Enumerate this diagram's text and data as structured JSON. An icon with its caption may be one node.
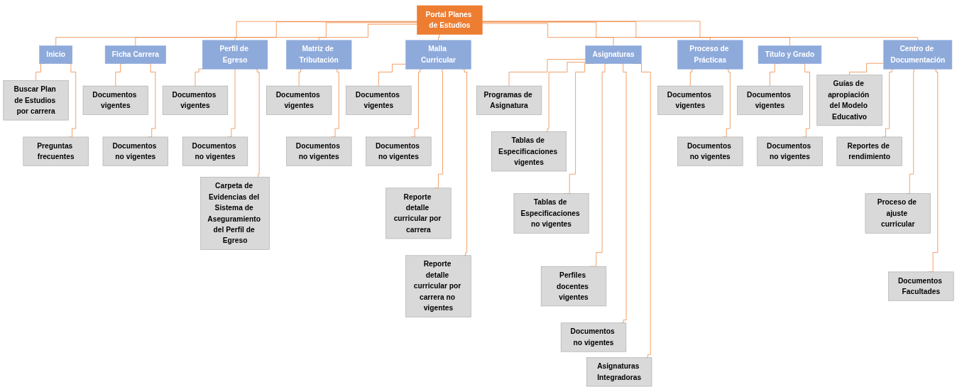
{
  "diagram": {
    "nodes": [
      {
        "text": [
          "Portal Planes de Estudios"
        ]
      },
      {
        "text": [
          "Inicio"
        ]
      },
      {
        "text": [
          "Ficha Carrera"
        ]
      },
      {
        "text": [
          "Perfil de Egreso"
        ]
      },
      {
        "text": [
          "Matriz de Tributación"
        ]
      },
      {
        "text": [
          "Malla Curricular"
        ]
      },
      {
        "text": [
          "Asignaturas"
        ]
      },
      {
        "text": [
          "Proceso de Prácticas"
        ]
      },
      {
        "text": [
          "Título y Grado"
        ]
      },
      {
        "text": [
          "Centro de Documentación"
        ]
      },
      {
        "text": [
          "Buscar Plan de Estudios por carrera"
        ]
      },
      {
        "text": [
          "Preguntas frecuentes"
        ]
      },
      {
        "text": [
          "Documentos vigentes"
        ]
      },
      {
        "text": [
          "Documentos no vigentes"
        ]
      },
      {
        "text": [
          "Documentos vigentes"
        ]
      },
      {
        "text": [
          "Documentos no vigentes"
        ]
      },
      {
        "text": [
          "Carpeta de Evidencias del Sistema de Aseguramiento del Perfil de Egreso"
        ]
      },
      {
        "text": [
          "Documentos vigentes"
        ]
      },
      {
        "text": [
          "Documentos no vigentes"
        ]
      },
      {
        "text": [
          "Documentos vigentes"
        ]
      },
      {
        "text": [
          "Documentos no vigentes"
        ]
      },
      {
        "text": [
          "Reporte detalle curricular por carrera"
        ]
      },
      {
        "text": [
          "Reporte detalle curricular por carrera no vigentes"
        ]
      },
      {
        "text": [
          "Programas de Asignatura"
        ]
      },
      {
        "text": [
          "Tablas de Especificaciones vigentes"
        ]
      },
      {
        "text": [
          "Tablas de Especificaciones no vigentes"
        ]
      },
      {
        "text": [
          "Perfiles docentes vigentes"
        ]
      },
      {
        "text": [
          "Documentos no vigentes"
        ]
      },
      {
        "text": [
          "Asignaturas Integradoras"
        ]
      },
      {
        "text": [
          "Documentos vigentes"
        ]
      },
      {
        "text": [
          "Documentos no vigentes"
        ]
      },
      {
        "text": [
          "Documentos vigentes"
        ]
      },
      {
        "text": [
          "Documentos no vigentes"
        ]
      },
      {
        "text": [
          "Guías de apropiación del Modelo Educativo"
        ]
      },
      {
        "text": [
          "Reportes de rendimiento"
        ]
      },
      {
        "text": [
          "Proceso de ajuste curricular"
        ]
      },
      {
        "text": [
          "Documentos Facultades"
        ]
      }
    ],
    "edges": [
      {
        "from": 0,
        "to": 1,
        "arrow": "none"
      },
      {
        "from": 0,
        "to": 2,
        "arrow": "none"
      },
      {
        "from": 0,
        "to": 3,
        "arrow": "none"
      },
      {
        "from": 0,
        "to": 4,
        "arrow": "none"
      },
      {
        "from": 0,
        "to": 5,
        "arrow": "none"
      },
      {
        "from": 0,
        "to": 6,
        "arrow": "none"
      },
      {
        "from": 0,
        "to": 7,
        "arrow": "none"
      },
      {
        "from": 0,
        "to": 8,
        "arrow": "none"
      },
      {
        "from": 0,
        "to": 9,
        "arrow": "none"
      },
      {
        "from": 1,
        "to": 10,
        "arrow": "none"
      },
      {
        "from": 1,
        "to": 11,
        "arrow": "none"
      },
      {
        "from": 2,
        "to": 12,
        "arrow": "none"
      },
      {
        "from": 2,
        "to": 13,
        "arrow": "none"
      },
      {
        "from": 3,
        "to": 14,
        "arrow": "none"
      },
      {
        "from": 3,
        "to": 15,
        "arrow": "none"
      },
      {
        "from": 3,
        "to": 16,
        "arrow": "none"
      },
      {
        "from": 4,
        "to": 17,
        "arrow": "none"
      },
      {
        "from": 4,
        "to": 18,
        "arrow": "none"
      },
      {
        "from": 5,
        "to": 19,
        "arrow": "none"
      },
      {
        "from": 5,
        "to": 20,
        "arrow": "none"
      },
      {
        "from": 5,
        "to": 21,
        "arrow": "none"
      },
      {
        "from": 5,
        "to": 22,
        "arrow": "none"
      },
      {
        "from": 6,
        "to": 23,
        "arrow": "none"
      },
      {
        "from": 6,
        "to": 24,
        "arrow": "none"
      },
      {
        "from": 6,
        "to": 25,
        "arrow": "none"
      },
      {
        "from": 6,
        "to": 26,
        "arrow": "none"
      },
      {
        "from": 6,
        "to": 27,
        "arrow": "none"
      },
      {
        "from": 6,
        "to": 28,
        "arrow": "none"
      },
      {
        "from": 7,
        "to": 29,
        "arrow": "none"
      },
      {
        "from": 7,
        "to": 30,
        "arrow": "none"
      },
      {
        "from": 8,
        "to": 31,
        "arrow": "none"
      },
      {
        "from": 8,
        "to": 32,
        "arrow": "none"
      },
      {
        "from": 9,
        "to": 33,
        "arrow": "none"
      },
      {
        "from": 9,
        "to": 34,
        "arrow": "none"
      },
      {
        "from": 9,
        "to": 35,
        "arrow": "none"
      },
      {
        "from": 9,
        "to": 36,
        "arrow": "none"
      }
    ]
  }
}
